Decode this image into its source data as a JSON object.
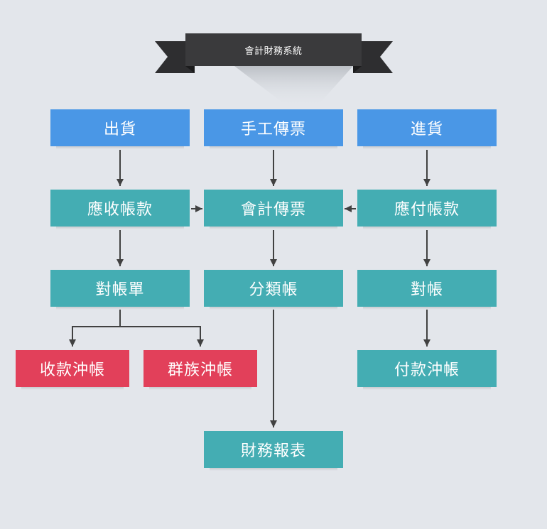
{
  "banner": {
    "title": "會計財務系統"
  },
  "nodes": {
    "shipment": "出貨",
    "manual_voucher": "手工傳票",
    "purchase": "進貨",
    "accounts_receivable": "應收帳款",
    "accounting_voucher": "會計傳票",
    "accounts_payable": "應付帳款",
    "statement": "對帳單",
    "ledger": "分類帳",
    "reconcile": "對帳",
    "receipt_offset": "收款沖帳",
    "group_offset": "群族沖帳",
    "payment_offset": "付款沖帳",
    "financial_report": "財務報表"
  },
  "colors": {
    "background": "#e3e6eb",
    "blue": "#4a97e6",
    "teal": "#44adb3",
    "red": "#e2405a",
    "ribbon": "#3a3a3c",
    "arrow": "#414141"
  }
}
